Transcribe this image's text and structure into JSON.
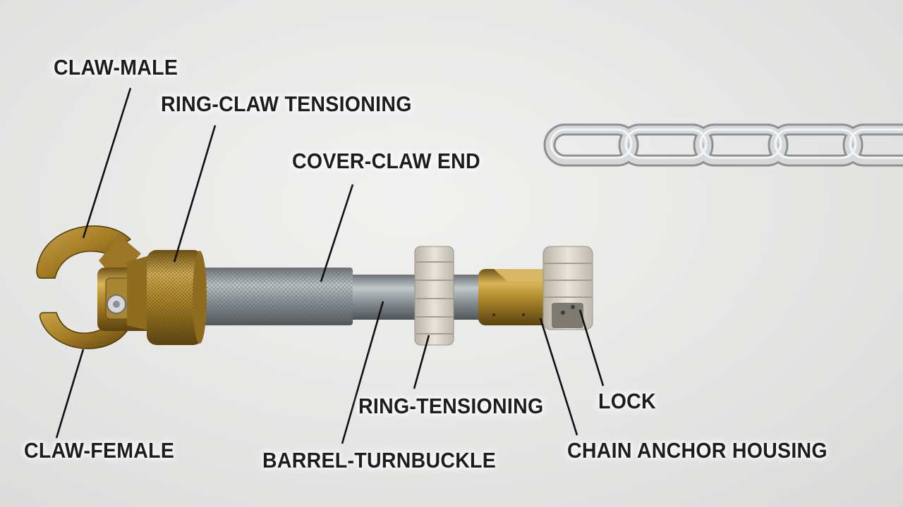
{
  "labels": {
    "claw_male": "CLAW-MALE",
    "ring_claw_tensioning": "RING-CLAW TENSIONING",
    "cover_claw_end": "COVER-CLAW END",
    "ring_tensioning": "RING-TENSIONING",
    "lock": "LOCK",
    "claw_female": "CLAW-FEMALE",
    "barrel_turnbuckle": "BARREL-TURNBUCKLE",
    "chain_anchor_housing": "CHAIN ANCHOR HOUSING"
  },
  "colors": {
    "brass": "#b08a2e",
    "steel": "#8f9599",
    "nylon": "#d9d4c8",
    "chain": "#c9cbcd"
  }
}
